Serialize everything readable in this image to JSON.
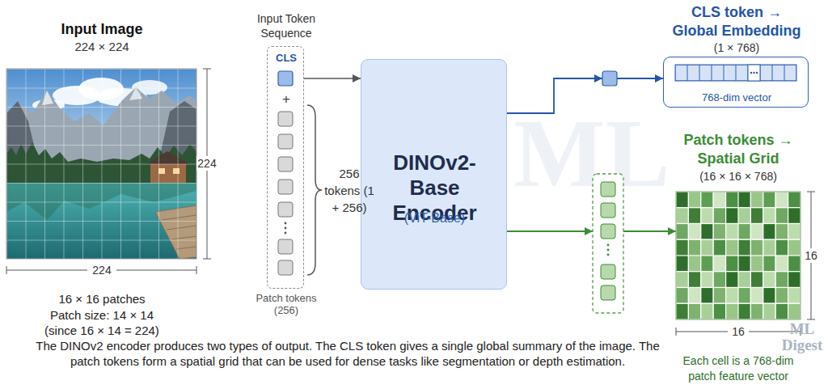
{
  "diagram": {
    "caption": "The DINOv2 encoder produces two types of output. The CLS token gives a single global summary of the image. The patch tokens form a spatial grid that can be used for dense tasks like segmentation or depth estimation.",
    "nodes": [
      {
        "text": [
          "Input Token Sequence",
          "CLS",
          "+",
          "Patch tokens (256)"
        ]
      },
      {
        "text": [
          "DINOv2-Base Encoder",
          "(ViT-Base)"
        ]
      },
      {
        "text": [
          "CLS token → Global Embedding",
          "(1 × 768)",
          "768-dim vector"
        ]
      },
      {
        "text": [
          "Patch tokens → Spatial Grid",
          "(16 × 16 × 768)"
        ]
      }
    ],
    "edges": [
      {
        "from": 0,
        "to": 1,
        "arrow": "to"
      },
      {
        "from": 1,
        "to": 2,
        "arrow": "to"
      },
      {
        "from": 1,
        "to": 3,
        "arrow": "to"
      }
    ],
    "labels": [
      "Input Image",
      "224 × 224",
      "224",
      "224",
      "16 × 16 patches",
      "Patch size: 14 × 14",
      "(since 16 × 14 = 224)",
      "256 tokens (1 + 256)",
      "16",
      "16",
      "Each cell is a 768-dim patch feature vector",
      "ML",
      "ML Digest"
    ]
  }
}
